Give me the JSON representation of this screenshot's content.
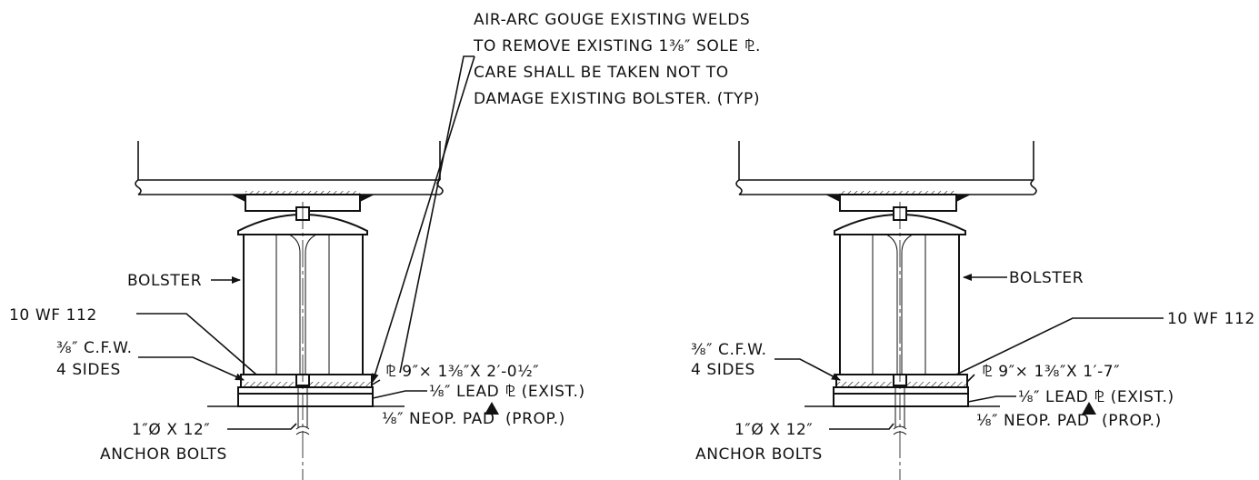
{
  "note": {
    "line1": "AIR-ARC GOUGE EXISTING WELDS",
    "line2": "TO REMOVE EXISTING 1⅜″ SOLE ⅊.",
    "line3": "CARE SHALL BE TAKEN NOT TO",
    "line4": "DAMAGE EXISTING BOLSTER. (TYP)"
  },
  "left_detail": {
    "bolster": "BOLSTER",
    "beam": "10 WF 112",
    "weld_line1": "⅜″ C.F.W.",
    "weld_line2": "4 SIDES",
    "plate": "⅊ 9″× 1⅜″X 2′-0½″",
    "lead": "⅛″ LEAD ⅊ (EXIST.)",
    "neop_pre": "⅛″ NEOP. PAD",
    "neop_post": "(PROP.)",
    "anchor_line1": "1″Ø X 12″",
    "anchor_line2": "ANCHOR BOLTS"
  },
  "right_detail": {
    "bolster": "BOLSTER",
    "beam": "10 WF 112",
    "weld_line1": "⅜″ C.F.W.",
    "weld_line2": "4 SIDES",
    "plate": "⅊ 9″× 1⅜″X 1′-7″",
    "lead": "⅛″ LEAD ⅊ (EXIST.)",
    "neop_pre": "⅛″ NEOP. PAD",
    "neop_post": "(PROP.)",
    "anchor_line1": "1″Ø X 12″",
    "anchor_line2": "ANCHOR BOLTS"
  }
}
